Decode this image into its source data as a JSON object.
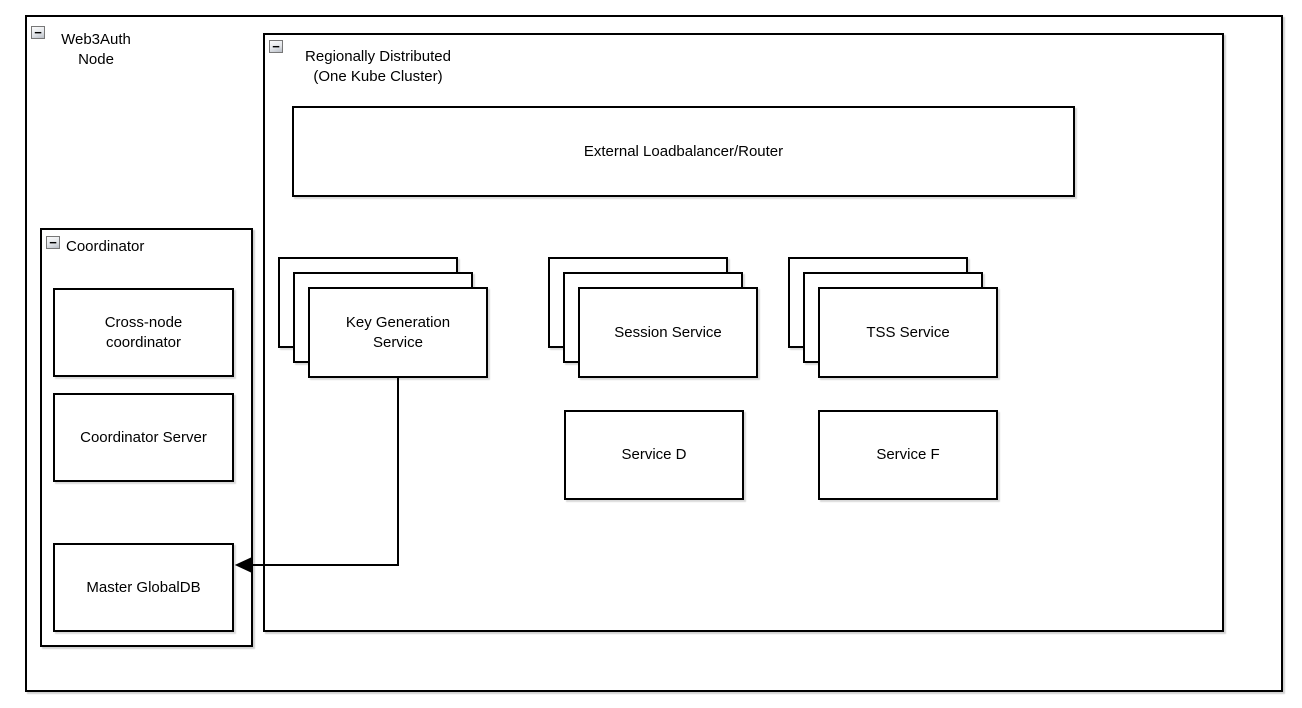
{
  "canvas": {
    "background": "#ffffff",
    "stroke_color": "#000000",
    "shadow_color": "rgba(0,0,0,0.18)"
  },
  "icons": {
    "collapse_minus": "−"
  },
  "containers": {
    "web3auth": {
      "title_lines": [
        "Web3Auth",
        "Node"
      ],
      "collapsed": false
    },
    "regional": {
      "title_lines": [
        "Regionally Distributed",
        "(One Kube Cluster)"
      ],
      "collapsed": false
    },
    "coordinator": {
      "title": "Coordinator",
      "collapsed": false
    }
  },
  "nodes": {
    "external_lb": {
      "label": "External Loadbalancer/Router"
    },
    "key_gen": {
      "label": "Key Generation Service",
      "label_lines": [
        "Key Generation",
        "Service"
      ],
      "stack_count": 3
    },
    "session": {
      "label": "Session Service",
      "stack_count": 3
    },
    "tss": {
      "label": "TSS Service",
      "stack_count": 3
    },
    "service_d": {
      "label": "Service D"
    },
    "service_f": {
      "label": "Service F"
    },
    "cross_node": {
      "label": "Cross-node coordinator",
      "label_lines": [
        "Cross-node",
        "coordinator"
      ]
    },
    "coord_server": {
      "label": "Coordinator Server"
    },
    "master_db": {
      "label": "Master GlobalDB"
    }
  },
  "edges": [
    {
      "from": "Key Generation Service",
      "to": "Master GlobalDB",
      "style": "orthogonal",
      "arrowhead": "filled-triangle-left"
    }
  ]
}
